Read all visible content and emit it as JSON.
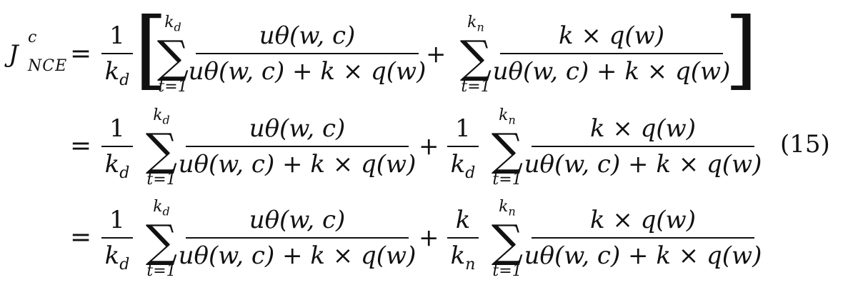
{
  "equation": {
    "number": "(15)",
    "lhs": {
      "base": "J",
      "sup": "c",
      "sub": "NCE"
    },
    "eq_sign": "=",
    "plus": "+",
    "one": "1",
    "k_d": "k_d",
    "k_n": "k_n",
    "k": "k",
    "sum_lower": "t=1",
    "sum_symbol": "∑",
    "term1_num": "uθ(w, c)",
    "term_den": "uθ(w, c) + k × q(w)",
    "term2_num": "k × q(w)",
    "bracket_left": "[",
    "bracket_right": "]"
  }
}
